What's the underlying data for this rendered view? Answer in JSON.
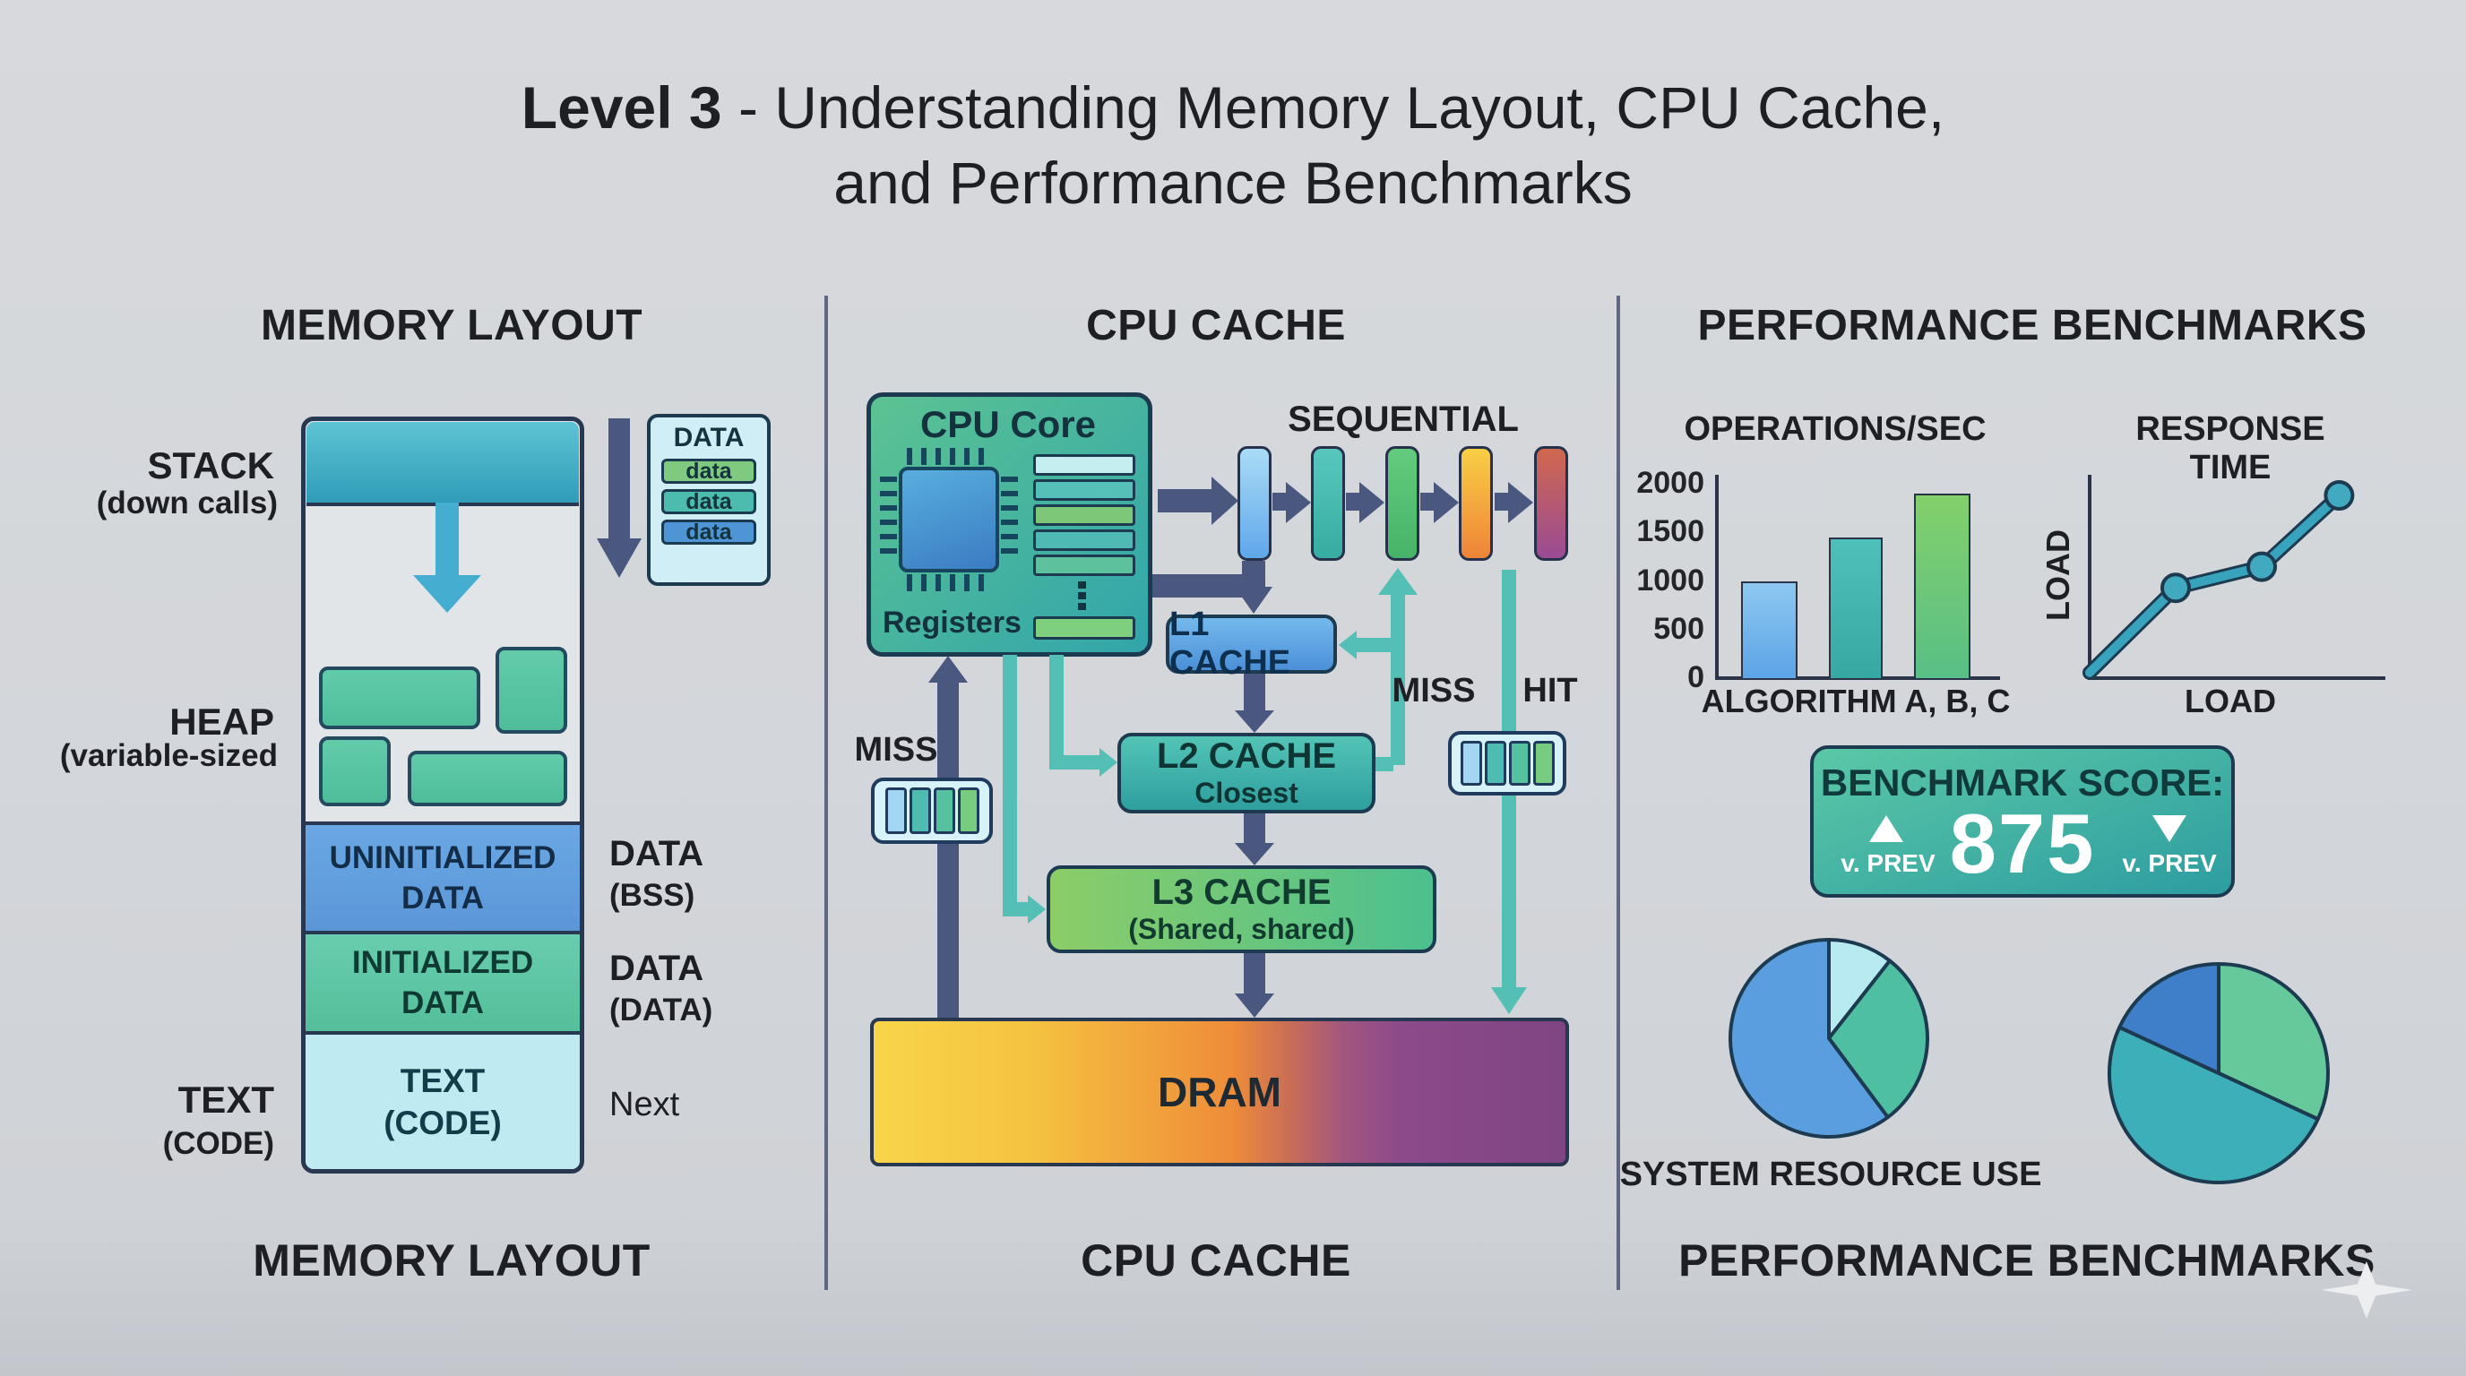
{
  "page": {
    "background": "#d3d6da"
  },
  "title": {
    "level": "Level 3",
    "rest": " - Understanding Memory Layout, CPU Cache,",
    "line2": "and Performance Benchmarks"
  },
  "memory": {
    "heading": "MEMORY LAYOUT",
    "caption": "MEMORY LAYOUT",
    "stack_label": "STACK",
    "stack_sublabel": "(down calls)",
    "heap_label": "HEAP",
    "heap_sublabel": "(variable-sized",
    "data_box": {
      "title": "DATA",
      "items": [
        "data",
        "data",
        "data"
      ],
      "item_colors": [
        "#7fca7f",
        "#4cbcae",
        "#4e95d6"
      ]
    },
    "uninitialized_line1": "UNINITIALIZED",
    "uninitialized_line2": "DATA",
    "bss_side1": "DATA",
    "bss_side2": "(BSS)",
    "initialized_line1": "INITIALIZED",
    "initialized_line2": "DATA",
    "data_side1": "DATA",
    "data_side2": "(DATA)",
    "text_line1": "TEXT",
    "text_line2": "(CODE)",
    "text_side1": "TEXT",
    "text_side2": "(CODE)",
    "next_side": "Next"
  },
  "cpu": {
    "heading": "CPU CACHE",
    "caption": "CPU CACHE",
    "core_title": "CPU Core",
    "registers_label": "Registers",
    "register_colors": [
      "#c4eef0",
      "#54c0b8",
      "#7cc878",
      "#4fb9b3",
      "#5dc19e"
    ],
    "register_last_color": "#7ed07f",
    "sequential_label": "SEQUENTIAL",
    "l1_label": "L1 CACHE",
    "l2_label": "L2 CACHE",
    "l2_sublabel": "Closest",
    "l3_label": "L3 CACHE",
    "l3_sublabel": "(Shared, shared)",
    "dram_label": "DRAM",
    "miss_left_label": "MISS",
    "miss_mid_label": "MISS",
    "hit_label": "HIT",
    "cacheline_segment_colors": [
      "#a3d6f0",
      "#4fbcb2",
      "#55c19e",
      "#78cc80"
    ],
    "arrow_navy": "#4a5880",
    "arrow_teal": "#54bfb4"
  },
  "bench": {
    "heading": "PERFORMANCE BENCHMARKS",
    "caption": "PERFORMANCE BENCHMARKS",
    "ops_title": "OPERATIONS/SEC",
    "ops_xlabel": "ALGORITHM A, B, C",
    "resp_title": "RESPONSE TIME",
    "resp_xlabel": "LOAD",
    "resp_ylabel": "LOAD",
    "score_title": "BENCHMARK SCORE:",
    "score_value": "875",
    "score_prev_left": "v. PREV",
    "score_prev_right": "v. PREV",
    "pie_label": "SYSTEM RESOURCE USE"
  },
  "chart_data": [
    {
      "id": "ops",
      "type": "bar",
      "title": "OPERATIONS/SEC",
      "categories": [
        "Algorithm A",
        "Algorithm B",
        "Algorithm C"
      ],
      "values": [
        1000,
        1450,
        1900
      ],
      "ylim": [
        0,
        2000
      ],
      "yticks": [
        0,
        500,
        1000,
        1500,
        2000
      ],
      "xlabel": "ALGORITHM A, B, C",
      "grid": false,
      "bar_colors": [
        [
          "#8ec8f0",
          "#5ba4e6"
        ],
        [
          "#4fc0ba",
          "#38a8a2"
        ],
        [
          "#83d06b",
          "#58bf86"
        ]
      ]
    },
    {
      "id": "resp",
      "type": "line",
      "title": "RESPONSE TIME",
      "xlabel": "LOAD",
      "ylabel": "LOAD",
      "x": [
        0,
        0.3,
        0.6,
        0.87
      ],
      "y": [
        0.01,
        0.45,
        0.56,
        0.93
      ],
      "markers": [
        1,
        2,
        3
      ],
      "line_color": "#37a3bd",
      "marker_color": "#41a9c0"
    },
    {
      "id": "pie_left",
      "type": "pie",
      "title": "SYSTEM RESOURCE USE",
      "slices": [
        {
          "value": 10.6,
          "color": "#b8eaf2"
        },
        {
          "value": 29.2,
          "color": "#4fbfa2"
        },
        {
          "value": 60.2,
          "color": "#5b9ee0"
        }
      ]
    },
    {
      "id": "pie_right",
      "type": "pie",
      "title": "",
      "slices": [
        {
          "value": 31.9,
          "color": "#65c99b"
        },
        {
          "value": 50.0,
          "color": "#3cafb8"
        },
        {
          "value": 18.1,
          "color": "#3f7ec8"
        }
      ]
    }
  ]
}
